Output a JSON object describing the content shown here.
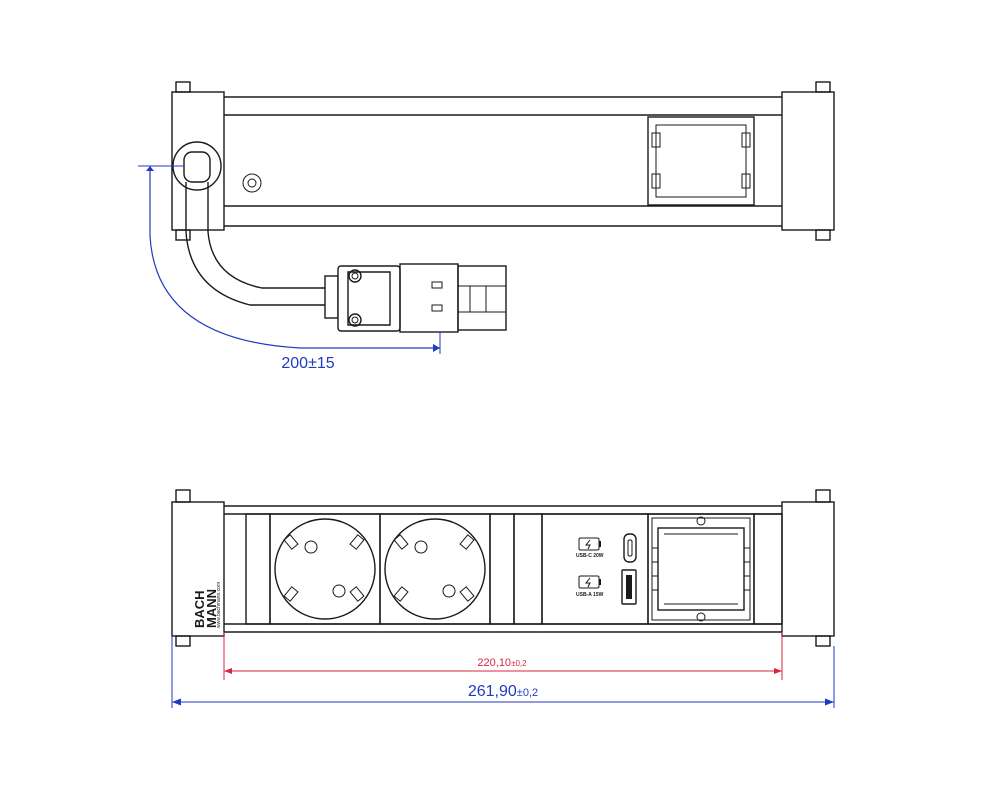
{
  "brand": {
    "name_line1": "BACH",
    "name_line2": "MANN",
    "website": "www.bachmann.com"
  },
  "labels": {
    "usb_c": "USB-C 20W",
    "usb_a": "USB-A 15W"
  },
  "dimensions": {
    "cable_length": {
      "value": "200",
      "tolerance": "±15"
    },
    "inner_length": {
      "value": "220,10",
      "tolerance": "±0,2"
    },
    "overall_length": {
      "value": "261,90",
      "tolerance": "±0,2"
    }
  },
  "colors": {
    "outline": "#1a1a1a",
    "dimension_blue": "#1f3bc0",
    "dimension_red": "#d7263d"
  },
  "icons": {
    "usb_c_port": "usb-c-port-icon",
    "usb_a_port": "usb-a-port-icon",
    "charging": "battery-charge-icon"
  }
}
